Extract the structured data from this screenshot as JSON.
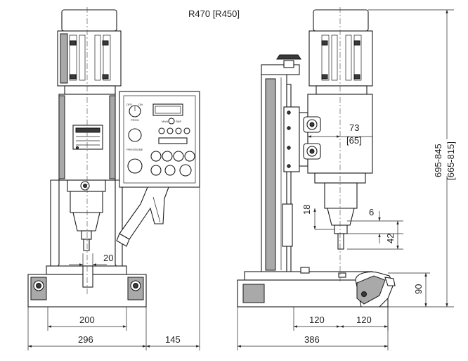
{
  "title": "R470 [R450]",
  "panel": {
    "off": "OFF",
    "on": "ON",
    "prog": "PROG",
    "man": "MAN",
    "rap": "RAP",
    "pressione": "PRESSIONE"
  },
  "dimensions": {
    "d20": "20",
    "d200": "200",
    "d296": "296",
    "d145": "145",
    "d73": "73",
    "d65": "[65]",
    "d18": "18",
    "d6": "6",
    "d42": "42",
    "d90": "90",
    "d120a": "120",
    "d120b": "120",
    "d386": "386",
    "height": "695-845",
    "height_alt": "[665-815]"
  },
  "colors": {
    "line": "#1a1a1a",
    "shade": "#a9a9a9",
    "background": "#ffffff"
  }
}
